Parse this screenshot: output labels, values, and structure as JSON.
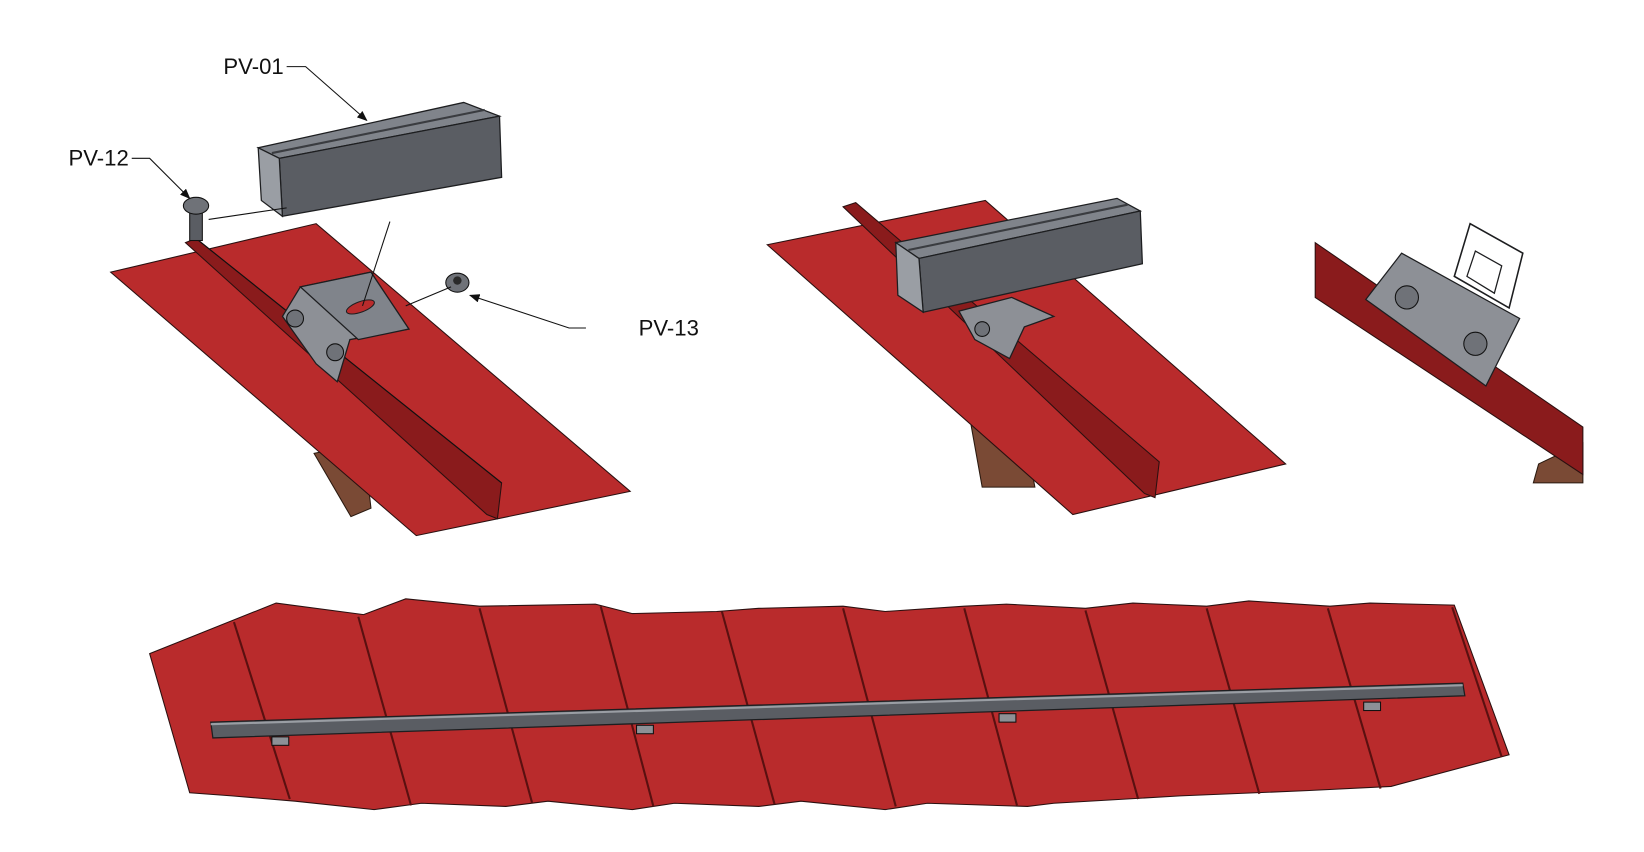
{
  "callouts": {
    "rail": "PV-01",
    "bolt": "PV-12",
    "nut": "PV-13"
  },
  "colors": {
    "roof_sheet": "#b92b2c",
    "rib": "#8a1b1c",
    "rail": "#5a5d63",
    "wood": "#7a4a35"
  }
}
